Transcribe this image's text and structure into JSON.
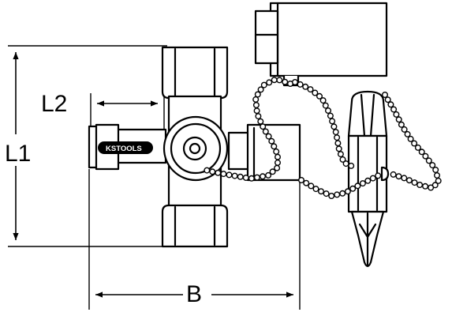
{
  "diagram": {
    "dimensions": {
      "l1": "L1",
      "l2": "L2",
      "b": "B"
    },
    "brand": {
      "logo_text": "KSTOOLS"
    }
  }
}
